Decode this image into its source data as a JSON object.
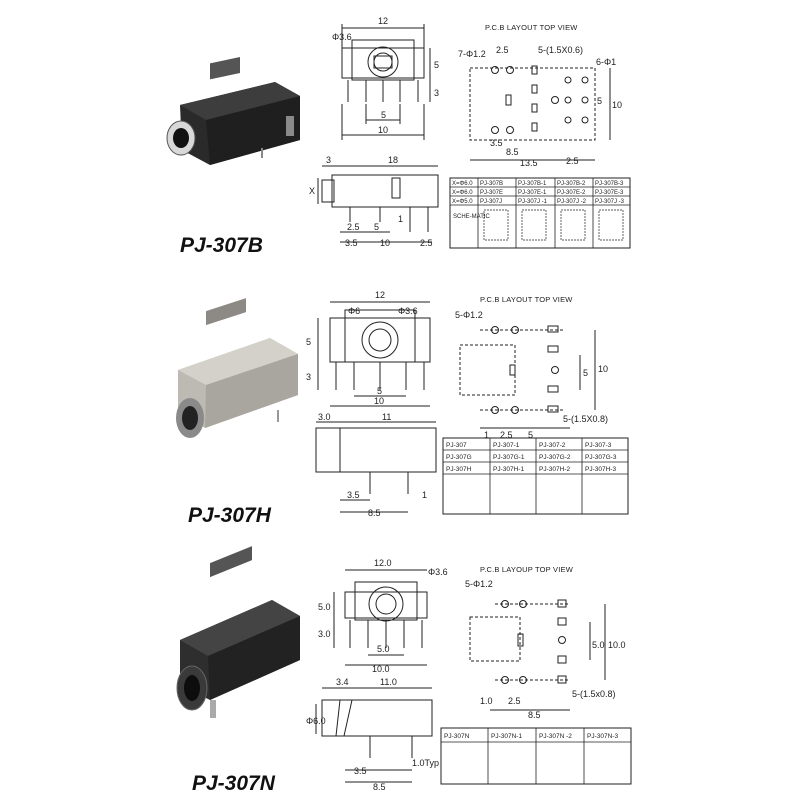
{
  "sections": [
    {
      "id": "307b",
      "model": "PJ-307B",
      "top_dims": {
        "width": "12",
        "hole": "Φ3.6",
        "h1": "5",
        "h2": "3",
        "pin_span": "5",
        "base": "10"
      },
      "side_dims": {
        "d_left": "3",
        "length": "18",
        "x_label": "X",
        "a": "2.5",
        "b": "5",
        "c": "1",
        "e": "3.5",
        "f": "10",
        "g": "2.5"
      },
      "pcb": {
        "title": "P.C.B LAYOUT   TOP VIEW",
        "holes": "7-Φ1.2",
        "d1": "2.5",
        "slots": "5-(1.5X0.6)",
        "pads": "6-Φ1",
        "d2": "5",
        "d3": "10",
        "d4": "3.5",
        "d5": "8.5",
        "d6": "13.5",
        "d7": "2.5"
      },
      "table": [
        [
          "X=Φ6.0",
          "PJ-307B",
          "PJ-307B-1",
          "PJ-307B-2",
          "PJ-307B-3"
        ],
        [
          "X=Φ6.0",
          "PJ-307E",
          "PJ-307E-1",
          "PJ-307E-2",
          "PJ-307E-3"
        ],
        [
          "X=Φ5.0",
          "PJ-307J",
          "PJ-307J -1",
          "PJ-307J -2",
          "PJ-307J -3"
        ]
      ],
      "schematic_label": "SCHE-MATIC"
    },
    {
      "id": "307h",
      "model": "PJ-307H",
      "top_dims": {
        "width": "12",
        "hole_a": "Φ6",
        "hole_b": "Φ3.6",
        "h1": "5",
        "h2": "3",
        "pin_span": "5",
        "base": "10"
      },
      "side_dims": {
        "d_left": "3.0",
        "length": "11",
        "a": "3.5",
        "b": "1",
        "c": "8.5"
      },
      "pcb": {
        "title": "P.C.B LAYOUT  TOP VIEW",
        "holes": "5-Φ1.2",
        "slots": "5-(1.5X0.8)",
        "d1": "1",
        "d2": "2.5",
        "d3": "5",
        "v1": "5",
        "v2": "10"
      },
      "table": [
        [
          "PJ-307",
          "PJ-307-1",
          "PJ-307-2",
          "PJ-307-3"
        ],
        [
          "PJ-307G",
          "PJ-307G-1",
          "PJ-307G-2",
          "PJ-307G-3"
        ],
        [
          "PJ-307H",
          "PJ-307H-1",
          "PJ-307H-2",
          "PJ-307H-3"
        ]
      ]
    },
    {
      "id": "307n",
      "model": "PJ-307N",
      "top_dims": {
        "width": "12.0",
        "hole": "Φ3.6",
        "h1": "5.0",
        "h2": "3.0",
        "pin_span": "5.0",
        "base": "10.0"
      },
      "side_dims": {
        "d_left": "3.4",
        "length": "11.0",
        "dia": "Φ6.0",
        "a": "3.5",
        "b": "1.0Typ",
        "c": "8.5"
      },
      "pcb": {
        "title": "P.C.B LAYOUP  TOP VIEW",
        "holes": "5-Φ1.2",
        "slots": "5-(1.5x0.8)",
        "d1": "1.0",
        "d2": "2.5",
        "d3": "8.5",
        "v1": "5.0",
        "v2": "10.0"
      },
      "table": [
        [
          "PJ-307N",
          "PJ-307N-1",
          "PJ-307N -2",
          "PJ-307N-3"
        ]
      ]
    }
  ]
}
